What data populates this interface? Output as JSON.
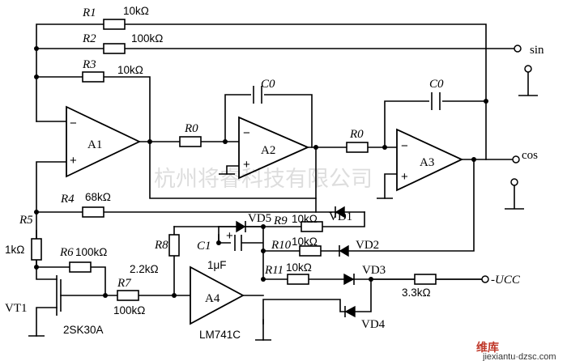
{
  "labels": {
    "r1_name": "R1",
    "r1_val": "10kΩ",
    "r2_name": "R2",
    "r2_val": "100kΩ",
    "r3_name": "R3",
    "r3_val": "10kΩ",
    "r4_name": "R4",
    "r4_val": "68kΩ",
    "r5_name": "R5",
    "r5_val": "1kΩ",
    "r6_name": "R6",
    "r6_val": "100kΩ",
    "r7_name": "R7",
    "r7_val": "100kΩ",
    "r8_name": "R8",
    "r8_val": "2.2kΩ",
    "r9_name": "R9",
    "r9_val": "10kΩ",
    "r10_name": "R10",
    "r10_val": "10kΩ",
    "r11_name": "R11",
    "r11_val": "10kΩ",
    "r0a_name": "R0",
    "r0b_name": "R0",
    "c0a_name": "C0",
    "c0b_name": "C0",
    "c1_name": "C1",
    "c1_val": "1μF",
    "a1": "A1",
    "a2": "A2",
    "a3": "A3",
    "a4": "A4",
    "vd1": "VD1",
    "vd2": "VD2",
    "vd3": "VD3",
    "vd4": "VD4",
    "vd5": "VD5",
    "vt1": "VT1",
    "vt1_part": "2SK30A",
    "a4_part": "LM741C",
    "out_sin": "sin",
    "out_cos": "cos",
    "ucc": "-UCC",
    "r_ucc": "3.3kΩ",
    "minus": "−",
    "plus": "+"
  },
  "watermark": "杭州将睿科技有限公司",
  "logo": {
    "brand": "维库",
    "site": "jiexiantu·dzsc.com"
  },
  "colors": {
    "line": "#000000",
    "watermark": "#000000",
    "logo": "#c0392b"
  }
}
